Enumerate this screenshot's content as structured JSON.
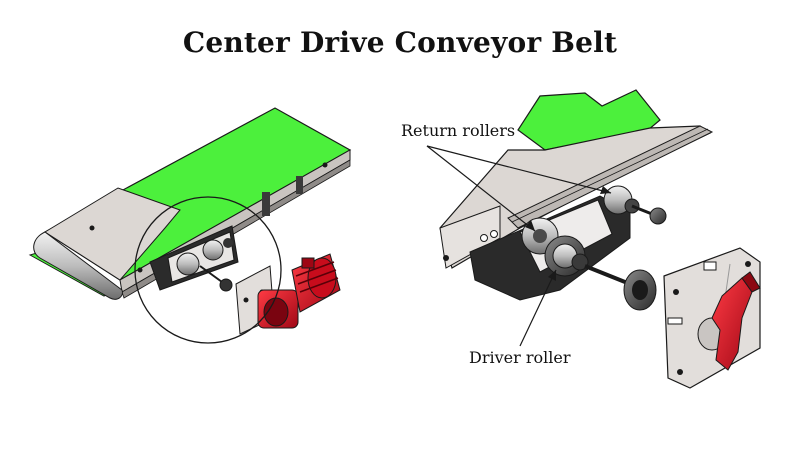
{
  "title": "Center Drive Conveyor Belt",
  "labels": {
    "return_rollers": "Return rollers",
    "driver_roller": "Driver roller"
  },
  "colors": {
    "belt_green": "#4cf03c",
    "motor_red": "#e8142a",
    "frame_gray": "#d9d5d2",
    "outline": "#1a1a1a"
  }
}
